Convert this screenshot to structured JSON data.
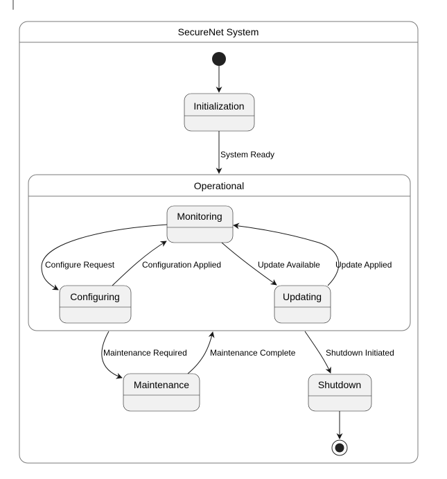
{
  "diagram": {
    "system_title": "SecureNet System",
    "operational_title": "Operational",
    "states": {
      "initialization": "Initialization",
      "monitoring": "Monitoring",
      "configuring": "Configuring",
      "updating": "Updating",
      "maintenance": "Maintenance",
      "shutdown": "Shutdown"
    },
    "transitions": {
      "system_ready": "System Ready",
      "configure_request": "Configure Request",
      "configuration_applied": "Configuration Applied",
      "update_available": "Update Available",
      "update_applied": "Update Applied",
      "maintenance_required": "Maintenance Required",
      "maintenance_complete": "Maintenance Complete",
      "shutdown_initiated": "Shutdown Initiated"
    }
  }
}
